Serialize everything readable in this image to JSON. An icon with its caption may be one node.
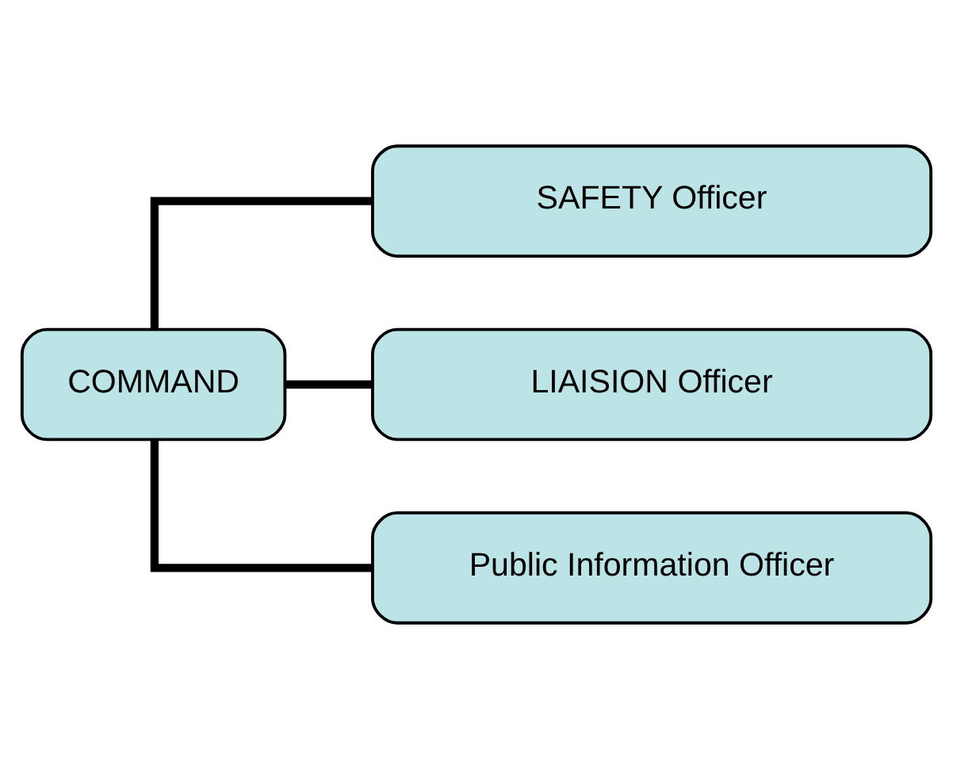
{
  "diagram": {
    "nodes": [
      {
        "text": [
          "COMMAND"
        ]
      },
      {
        "text": [
          "SAFETY Officer"
        ]
      },
      {
        "text": [
          "LIAISION Officer"
        ]
      },
      {
        "text": [
          "Public Information Officer"
        ]
      }
    ],
    "edges": [
      {
        "from": 0,
        "to": 1,
        "arrow": "none"
      },
      {
        "from": 0,
        "to": 2,
        "arrow": "none"
      },
      {
        "from": 0,
        "to": 3,
        "arrow": "none"
      }
    ]
  }
}
